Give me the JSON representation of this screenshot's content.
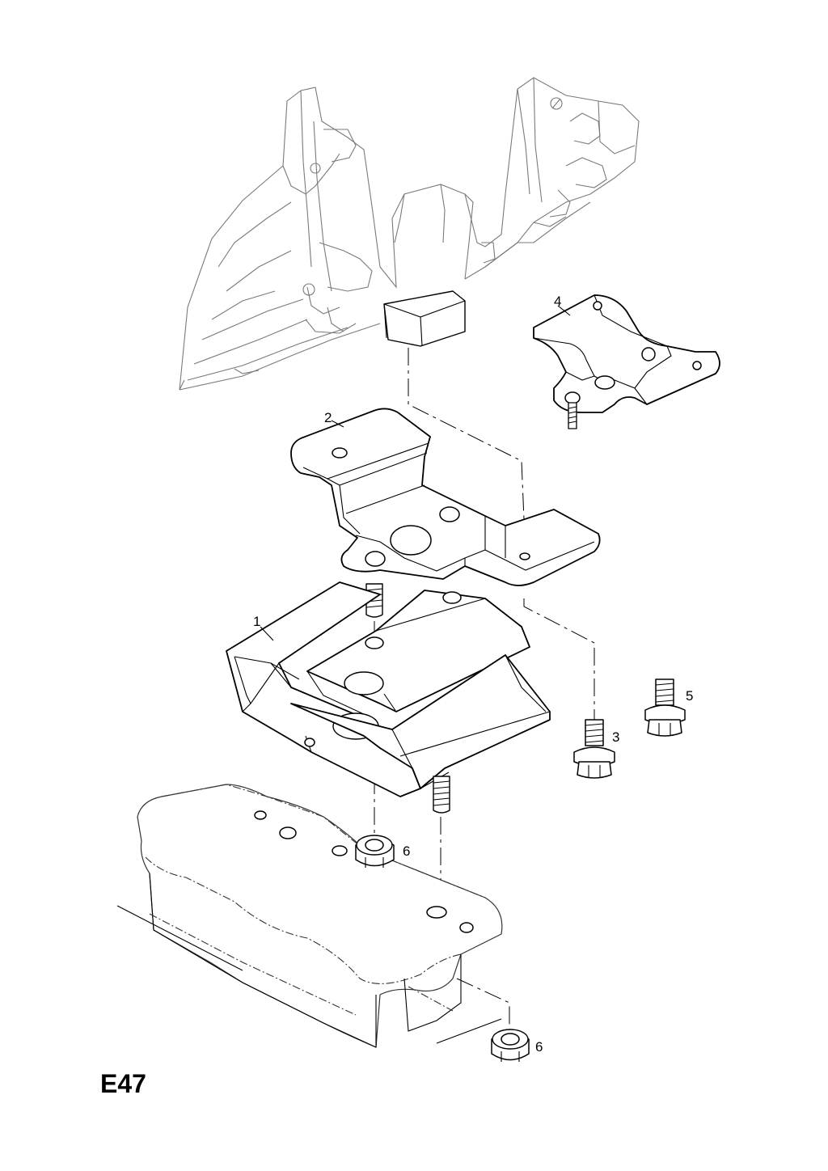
{
  "diagram_code": "E47",
  "callouts": [
    {
      "id": "1",
      "label": "1"
    },
    {
      "id": "2",
      "label": "2"
    },
    {
      "id": "3",
      "label": "3"
    },
    {
      "id": "4",
      "label": "4"
    },
    {
      "id": "5",
      "label": "5"
    },
    {
      "id": "6a",
      "label": "6"
    },
    {
      "id": "6b",
      "label": "6"
    }
  ]
}
